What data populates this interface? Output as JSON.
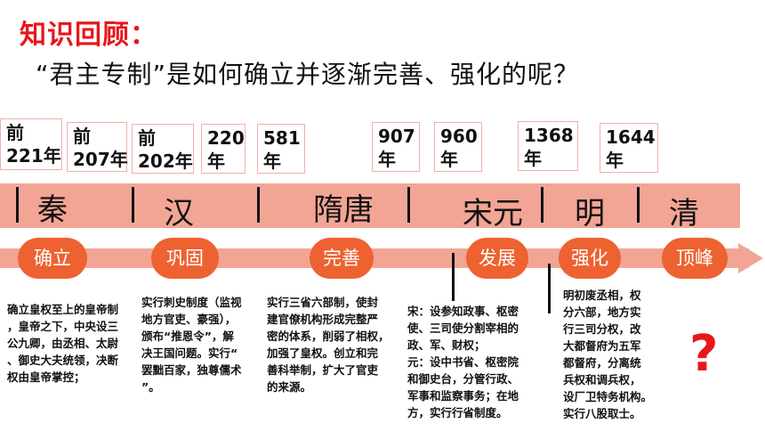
{
  "header": {
    "title": "知识回顾：",
    "question": "“君主专制”是如何确立并逐渐完善、强化的呢？"
  },
  "years": [
    {
      "line1": "前",
      "line2": "221年"
    },
    {
      "line1": "前",
      "line2": "207年"
    },
    {
      "line1": "前",
      "line2": "202年"
    },
    {
      "line1": "220",
      "line2": "年"
    },
    {
      "line1": "581",
      "line2": "年"
    },
    {
      "line1": "907",
      "line2": "年"
    },
    {
      "line1": "960",
      "line2": "年"
    },
    {
      "line1": "1368",
      "line2": "年"
    },
    {
      "line1": "1644",
      "line2": "年"
    }
  ],
  "dynasties": [
    "秦",
    "汉",
    "隋唐",
    "宋元",
    "明",
    "清"
  ],
  "stages": [
    "确立",
    "巩固",
    "完善",
    "发展",
    "强化",
    "顶峰"
  ],
  "descriptions": {
    "qin": [
      "确立皇权至上的皇帝制",
      "，皇帝之下，中央设三",
      "公九卿，由丞相、太尉",
      "、御史大夫统领，决断",
      "权由皇帝掌控；"
    ],
    "han": [
      "实行刺史制度（监视",
      "地方官吏、豪强），",
      "颁布“推恩令”，解",
      "决王国问题。实行“",
      "罢黜百家，独尊儒术",
      "”。"
    ],
    "suitang": [
      "实行三省六部制，使封",
      "建官僚机构形成完整严",
      "密的体系，削弱了相权，",
      "加强了皇权。创立和完",
      "善科举制，扩大了官吏",
      "的来源。"
    ],
    "songyuan": [
      "宋：设参知政事、枢密",
      "使、三司使分割宰相的",
      "政、军、财权；",
      "元：设中书省、枢密院",
      "和御史台，分管行政、",
      "军事和监察事务；在地",
      "方，实行行省制度。"
    ],
    "ming": [
      "明初废丞相，权",
      "分六部，地方实",
      "行三司分权，改",
      "大都督府为五军",
      "都督府，分离统",
      "兵权和调兵权，",
      "设厂卫特务机构。",
      "实行八股取士。"
    ]
  },
  "question_mark": "?",
  "colors": {
    "title": "#e8161b",
    "band": "#f2a595",
    "pill": "#ee6231",
    "box_border": "#f2b0a6"
  }
}
